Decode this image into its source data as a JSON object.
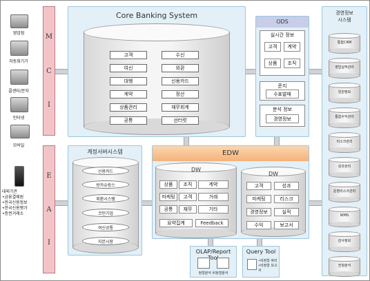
{
  "channels": [
    {
      "label": "영업점",
      "icon": "computer-icon"
    },
    {
      "label": "자동화기기",
      "icon": "atm-icon"
    },
    {
      "label": "콜센터/문자",
      "icon": "headset-icon"
    },
    {
      "label": "인터넷",
      "icon": "laptop-icon"
    },
    {
      "label": "모바일",
      "icon": "phone-icon"
    },
    {
      "label": "대외기관\n•금융결제원\n•한국신용정보\n•한국신용평가\n•증권거래소",
      "icon": "server-icon"
    }
  ],
  "mci": {
    "letters": [
      "M",
      "C",
      "I"
    ]
  },
  "eai": {
    "letters": [
      "E",
      "A",
      "I"
    ]
  },
  "core_banking": {
    "title": "Core Banking System",
    "modules": [
      "고객",
      "수신",
      "여신",
      "외환",
      "대행",
      "신용카드",
      "계약",
      "정산",
      "상품관리",
      "재무회계",
      "공통",
      "선터럿"
    ]
  },
  "accounting": {
    "title": "계정서버시스템",
    "items": [
      "신용카드",
      "방카슈랑스",
      "외환시스템",
      "코민기업",
      "여신공통",
      "자본시장"
    ]
  },
  "ods": {
    "title": "ODS",
    "realtime": {
      "title": "실시간 정보",
      "items": [
        "고객",
        "계약",
        "상품",
        "조직"
      ]
    },
    "gov": {
      "title": "준지",
      "items": [
        "수표발매"
      ]
    },
    "analysis": {
      "title": "분석 정보",
      "items": [
        "경영정보"
      ]
    }
  },
  "edw": {
    "title": "EDW",
    "dw1": {
      "title": "DW",
      "rows": [
        [
          "상품",
          "조직",
          "계약"
        ],
        [
          "마케팅",
          "고객",
          "거래"
        ],
        [
          "공통",
          "재무",
          "기타"
        ]
      ],
      "extra": [
        "요약집계",
        "Feedback"
      ]
    },
    "dw2": {
      "title": "DW",
      "rows": [
        [
          "고객",
          "성과"
        ],
        [
          "마케팅",
          "리스크"
        ],
        [
          "경영정보",
          "실적"
        ],
        [
          "수익",
          "보고서"
        ]
      ]
    }
  },
  "tools": [
    {
      "title": "OLAP/Report Tool",
      "caption": "정형분석 비정형분석"
    },
    {
      "title": "Query Tool",
      "caption": "•비정형 쿼리\n•비정형 보고서"
    }
  ],
  "mgmt": {
    "title": "경영정보\n시스템",
    "items": [
      "통합CRM",
      "영업실적관리",
      "임원정보",
      "통합수익관리",
      "리스크관리",
      "성과관리",
      "운영리스크관리",
      "WMS",
      "감사정보",
      "전월분석"
    ]
  }
}
